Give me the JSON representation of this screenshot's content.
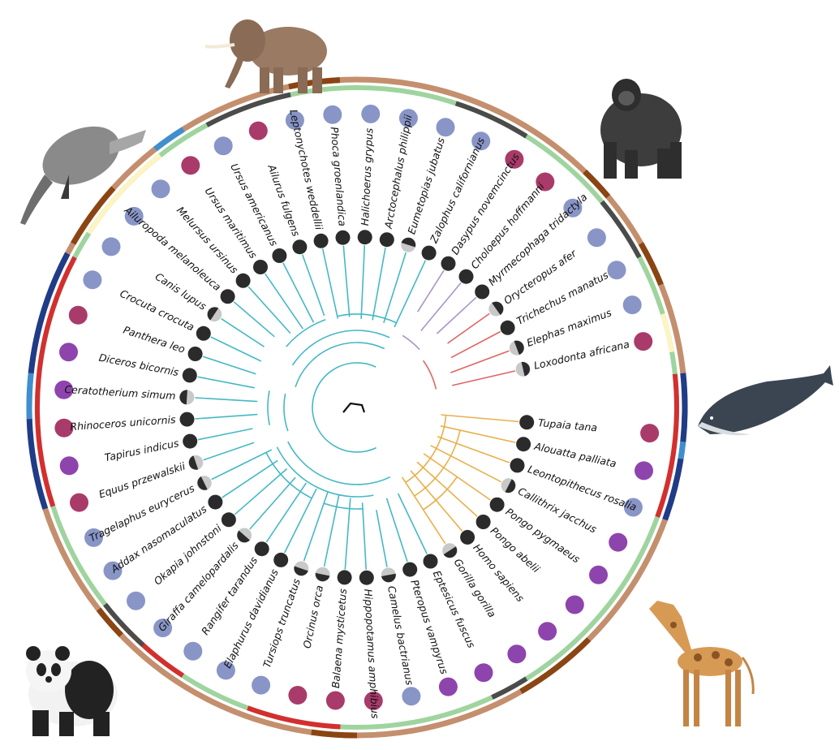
{
  "colors": {
    "dot_dark": "#2b2b2b",
    "dot_grey": "#c8c8c8",
    "blue_dot": "#8895c6",
    "purple_dot": "#8e44ad",
    "magenta_dot": "#a93b6a",
    "ring_outer_tan": "#c48f6e",
    "ring_outer_brown": "#8a4513",
    "ring_inner_green": "#9fd49f",
    "ring_inner_grey": "#4b4b4b",
    "ring_inner_red": "#d32f2f",
    "ring_inner_yellow": "#fdf4c2",
    "ring_navy": "#1f3c88",
    "ring_lightblue": "#3f8fcf",
    "clade_cetartiodactyla": "#45b8c4",
    "clade_primates": "#e8b04a",
    "clade_afrotheria": "#e06464",
    "clade_xenarthra": "#a995c8"
  },
  "taxa": [
    {
      "name": "Tupaia tana",
      "dot": "dark",
      "circle": "magenta",
      "clade": "primates"
    },
    {
      "name": "Alouatta palliata",
      "dot": "dark",
      "circle": "purple",
      "clade": "primates"
    },
    {
      "name": "Leontopithecus rosalia",
      "dot": "dark",
      "circle": "blue",
      "clade": "primates"
    },
    {
      "name": "Callithrix jacchus",
      "dot": "half",
      "circle": "purple",
      "clade": "primates"
    },
    {
      "name": "Pongo pygmaeus",
      "dot": "dark",
      "circle": "purple",
      "clade": "primates"
    },
    {
      "name": "Pongo abelii",
      "dot": "dark",
      "circle": "purple",
      "clade": "primates"
    },
    {
      "name": "Homo sapiens",
      "dot": "dark",
      "circle": "purple",
      "clade": "primates"
    },
    {
      "name": "Gorilla gorilla",
      "dot": "half",
      "circle": "purple",
      "clade": "primates"
    },
    {
      "name": "Eptesicus fuscus",
      "dot": "dark",
      "circle": "purple",
      "clade": "other"
    },
    {
      "name": "Pteropus vampyrus",
      "dot": "dark",
      "circle": "purple",
      "clade": "other"
    },
    {
      "name": "Camelus bactrianus",
      "dot": "half",
      "circle": "blue",
      "clade": "other"
    },
    {
      "name": "Hippopotamus amphibius",
      "dot": "dark",
      "circle": "magenta",
      "clade": "other"
    },
    {
      "name": "Balaena mysticetus",
      "dot": "dark",
      "circle": "magenta",
      "clade": "other"
    },
    {
      "name": "Orcinus orca",
      "dot": "half",
      "circle": "magenta",
      "clade": "other"
    },
    {
      "name": "Tursiops truncatus",
      "dot": "half",
      "circle": "blue",
      "clade": "other"
    },
    {
      "name": "Elaphurus davidianus",
      "dot": "dark",
      "circle": "blue",
      "clade": "other"
    },
    {
      "name": "Rangifer tarandus",
      "dot": "dark",
      "circle": "blue",
      "clade": "other"
    },
    {
      "name": "Giraffa camelopardalis",
      "dot": "half",
      "circle": "blue",
      "clade": "other"
    },
    {
      "name": "Okapia johnstoni",
      "dot": "dark",
      "circle": "blue",
      "clade": "other"
    },
    {
      "name": "Addax nasomaculatus",
      "dot": "dark",
      "circle": "blue",
      "clade": "other"
    },
    {
      "name": "Tragelaphus eurycerus",
      "dot": "half",
      "circle": "blue",
      "clade": "other"
    },
    {
      "name": "Equus przewalskii",
      "dot": "half",
      "circle": "magenta",
      "clade": "other"
    },
    {
      "name": "Tapirus indicus",
      "dot": "dark",
      "circle": "purple",
      "clade": "other"
    },
    {
      "name": "Rhinoceros unicornis",
      "dot": "dark",
      "circle": "magenta",
      "clade": "other"
    },
    {
      "name": "Ceratotherium simum",
      "dot": "half",
      "circle": "purple",
      "clade": "other"
    },
    {
      "name": "Diceros bicornis",
      "dot": "dark",
      "circle": "purple",
      "clade": "other"
    },
    {
      "name": "Panthera leo",
      "dot": "dark",
      "circle": "magenta",
      "clade": "other"
    },
    {
      "name": "Crocuta crocuta",
      "dot": "dark",
      "circle": "blue",
      "clade": "other"
    },
    {
      "name": "Canis lupus",
      "dot": "half",
      "circle": "blue",
      "clade": "other"
    },
    {
      "name": "Ailuropoda melanoleuca",
      "dot": "dark",
      "circle": "blue",
      "clade": "other"
    },
    {
      "name": "Melursus ursinus",
      "dot": "dark",
      "circle": "blue",
      "clade": "other"
    },
    {
      "name": "Ursus maritimus",
      "dot": "dark",
      "circle": "magenta",
      "clade": "other"
    },
    {
      "name": "Ursus americanus",
      "dot": "dark",
      "circle": "blue",
      "clade": "other"
    },
    {
      "name": "Ailurus fulgens",
      "dot": "dark",
      "circle": "magenta",
      "clade": "other"
    },
    {
      "name": "Leptonychotes weddellii",
      "dot": "dark",
      "circle": "blue",
      "clade": "other"
    },
    {
      "name": "Phoca groenlandica",
      "dot": "dark",
      "circle": "blue",
      "clade": "other"
    },
    {
      "name": "Halichoerus grypus",
      "dot": "dark",
      "circle": "blue",
      "clade": "other"
    },
    {
      "name": "Arctocephalus philippii",
      "dot": "dark",
      "circle": "blue",
      "clade": "other"
    },
    {
      "name": "Eumetopias jubatus",
      "dot": "half",
      "circle": "blue",
      "clade": "other"
    },
    {
      "name": "Zalophus californianus",
      "dot": "dark",
      "circle": "blue",
      "clade": "other"
    },
    {
      "name": "Dasypus novemcinctus",
      "dot": "dark",
      "circle": "magenta",
      "clade": "xenarthra"
    },
    {
      "name": "Choloepus hoffmanni",
      "dot": "dark",
      "circle": "magenta",
      "clade": "xenarthra"
    },
    {
      "name": "Myrmecophaga tridactyla",
      "dot": "dark",
      "circle": "blue",
      "clade": "xenarthra"
    },
    {
      "name": "Orycteropus afer",
      "dot": "half",
      "circle": "blue",
      "clade": "afrotheria"
    },
    {
      "name": "Trichechus manatus",
      "dot": "dark",
      "circle": "blue",
      "clade": "afrotheria"
    },
    {
      "name": "Elephas maximus",
      "dot": "half",
      "circle": "blue",
      "clade": "afrotheria"
    },
    {
      "name": "Loxodonta africana",
      "dot": "half",
      "circle": "magenta",
      "clade": "afrotheria"
    }
  ],
  "animal_icons": [
    "elephant-icon",
    "gorilla-icon",
    "anteater-icon",
    "whale-icon",
    "panda-icon",
    "giraffe-icon"
  ]
}
